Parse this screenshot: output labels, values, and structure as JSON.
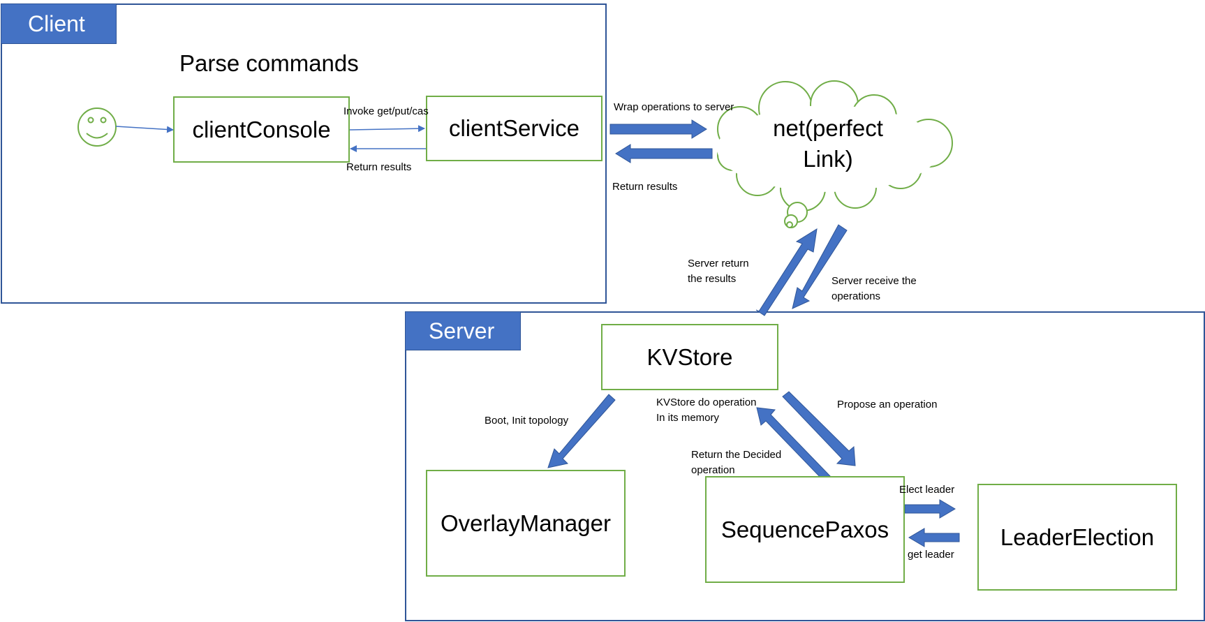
{
  "client": {
    "tag": "Client",
    "heading": "Parse commands",
    "client_console": "clientConsole",
    "client_service": "clientService",
    "invoke_label": "Invoke get/put/cas",
    "return_label": "Return results"
  },
  "net": {
    "label_line1": "net(perfect",
    "label_line2": "Link)",
    "wrap_label": "Wrap operations to server",
    "return_label": "Return results",
    "server_return_line1": "Server return",
    "server_return_line2": "the results",
    "server_receive_line1": "Server receive the",
    "server_receive_line2": "operations"
  },
  "server": {
    "tag": "Server",
    "kvstore": "KVStore",
    "overlay_manager": "OverlayManager",
    "sequence_paxos": "SequencePaxos",
    "leader_election": "LeaderElection",
    "boot_label": "Boot, Init topology",
    "kv_do_line1": "KVStore do operation",
    "kv_do_line2": "In its memory",
    "propose_label": "Propose an operation",
    "return_decided_line1": "Return the Decided",
    "return_decided_line2": "operation",
    "elect_label": "Elect leader",
    "get_leader_label": "get leader"
  },
  "colors": {
    "region_border": "#2f5597",
    "tag_fill": "#4472c4",
    "box_border": "#70ad47",
    "arrow_fill": "#4472c4"
  }
}
